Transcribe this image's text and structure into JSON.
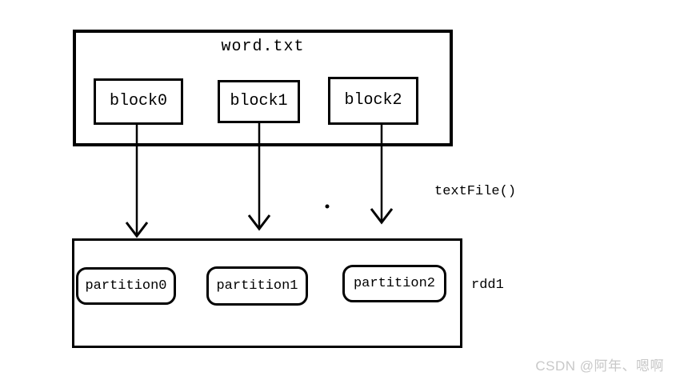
{
  "diagram": {
    "file": {
      "title": "word.txt",
      "blocks": [
        "block0",
        "block1",
        "block2"
      ]
    },
    "transform_label": "textFile()",
    "rdd": {
      "name": "rdd1",
      "partitions": [
        "partition0",
        "partition1",
        "partition2"
      ]
    }
  },
  "watermark": "CSDN @阿年、嗯啊",
  "colors": {
    "background": "#ffffff",
    "line": "#000000",
    "text": "#000000",
    "watermark_text": "#c8c8c8"
  }
}
